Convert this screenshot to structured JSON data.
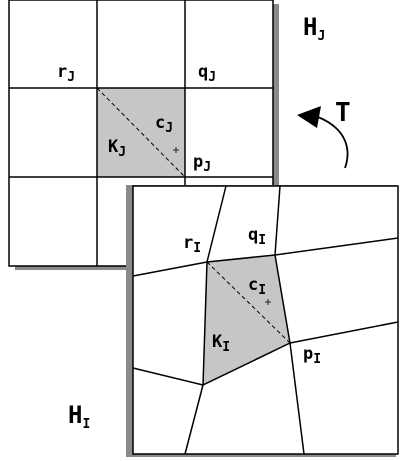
{
  "diagram": {
    "mesh_J": {
      "name": "H",
      "name_sub": "J",
      "vertices": {
        "r": {
          "main": "r",
          "sub": "J"
        },
        "q": {
          "main": "q",
          "sub": "J"
        },
        "p": {
          "main": "p",
          "sub": "J"
        },
        "c": {
          "main": "c",
          "sub": "J"
        },
        "K": {
          "main": "K",
          "sub": "J"
        }
      }
    },
    "mesh_I": {
      "name": "H",
      "name_sub": "I",
      "vertices": {
        "r": {
          "main": "r",
          "sub": "I"
        },
        "q": {
          "main": "q",
          "sub": "I"
        },
        "p": {
          "main": "p",
          "sub": "I"
        },
        "c": {
          "main": "c",
          "sub": "I"
        },
        "K": {
          "main": "K",
          "sub": "I"
        }
      }
    },
    "transform": {
      "label": "T"
    },
    "colors": {
      "cell_fill": "#c6c6c6",
      "shadow": "#8a8a8a",
      "line": "#000000",
      "background": "#ffffff"
    }
  }
}
